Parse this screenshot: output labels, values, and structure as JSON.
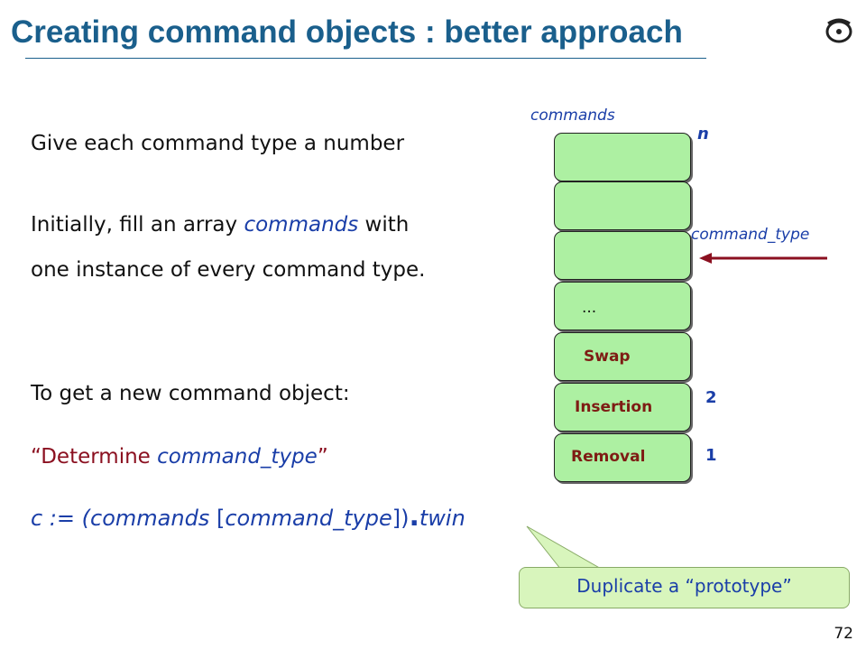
{
  "slide": {
    "title": "Creating command objects : better approach",
    "page_number": "72"
  },
  "text": {
    "line1": "Give each command type a number",
    "line2_pre": "Initially, fill an array ",
    "line2_var": "commands",
    "line2_post": " with",
    "line3": "one instance of every command type.",
    "line4": "To get a new command object:",
    "line5_q1": "“Determine ",
    "line5_var": "command_type",
    "line5_q2": "”",
    "code_pre": "c := (",
    "code_var1": "commands",
    "code_mid": " [",
    "code_var2": "command_type",
    "code_close": "])",
    "code_dot": ".",
    "code_twin": "twin"
  },
  "diagram": {
    "array_label": "commands",
    "index_n": "n",
    "pointer_label": "command_type",
    "cells": [
      "",
      "",
      "",
      "...",
      "Swap",
      "Insertion",
      "Removal"
    ],
    "index_2": "2",
    "index_1": "1",
    "arrow_color": "#8b1020",
    "cell_color": "#adf0a2"
  },
  "callout": {
    "text": "Duplicate a “prototype”"
  }
}
